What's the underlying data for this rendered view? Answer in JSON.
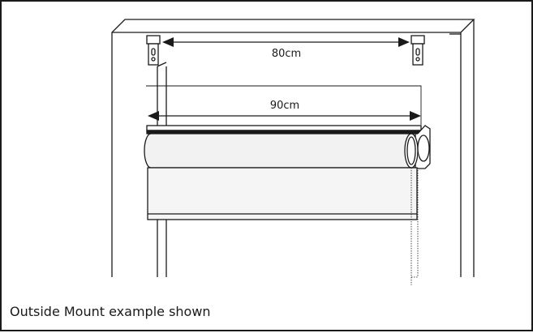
{
  "diagram": {
    "bracket_span_label": "80cm",
    "blind_width_label": "90cm"
  },
  "caption": "Outside Mount example shown",
  "colors": {
    "line": "#1a1a1a",
    "blind_fill": "#f2f2f2",
    "background": "#ffffff"
  }
}
